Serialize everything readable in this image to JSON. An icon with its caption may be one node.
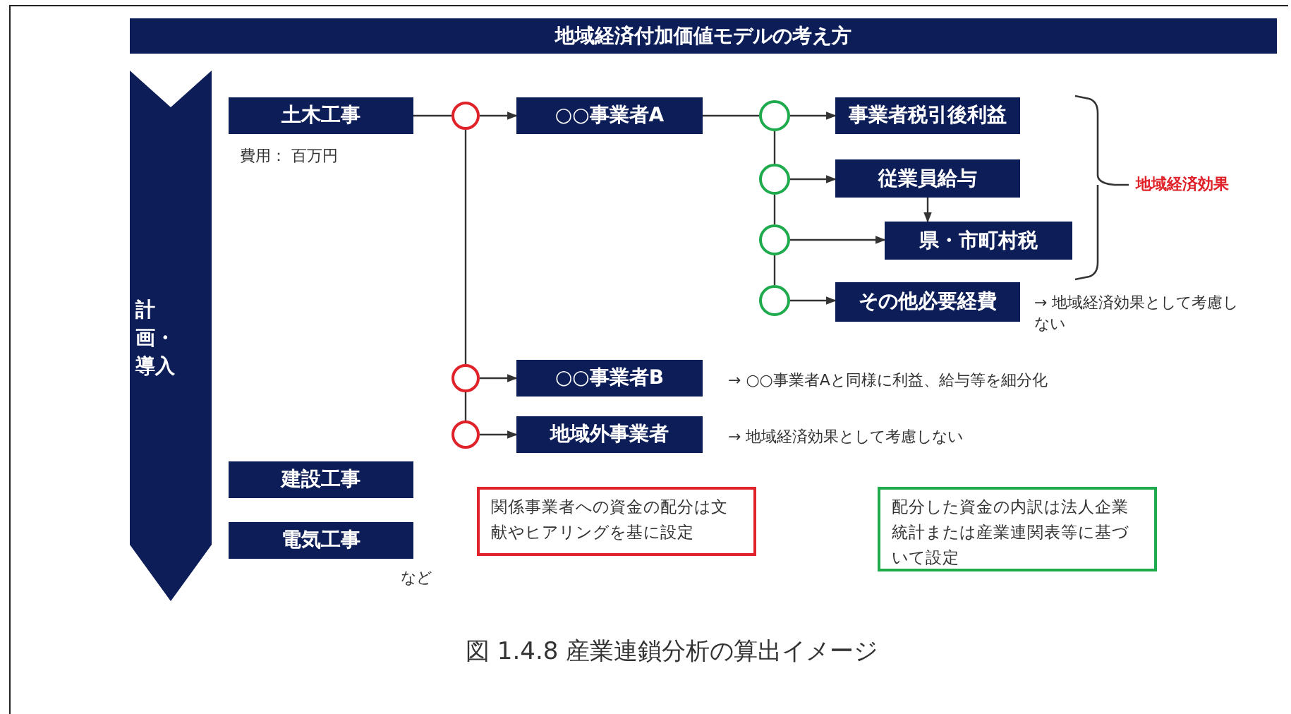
{
  "diagram": {
    "title": "地域経済付加価値モデルの考え方",
    "caption": "図 1.4.8 産業連鎖分析の算出イメージ",
    "nodes": [
      {
        "text": [
          "計画・導入"
        ]
      },
      {
        "text": [
          "土木工事"
        ],
        "beside": [
          "費用： 百万円"
        ]
      },
      {
        "text": [],
        "shape": "circle"
      },
      {
        "text": [],
        "shape": "circle"
      },
      {
        "text": [],
        "shape": "circle"
      },
      {
        "text": [
          "○○事業者A"
        ]
      },
      {
        "text": [
          "○○事業者B"
        ],
        "beside": [
          "→ ○○事業者Aと同様に利益、給与等を細分化"
        ]
      },
      {
        "text": [
          "地域外事業者"
        ],
        "beside": [
          "→ 地域経済効果として考慮しない"
        ]
      },
      {
        "text": [],
        "shape": "circle"
      },
      {
        "text": [],
        "shape": "circle"
      },
      {
        "text": [],
        "shape": "circle"
      },
      {
        "text": [],
        "shape": "circle"
      },
      {
        "text": [
          "事業者税引後利益"
        ]
      },
      {
        "text": [
          "従業員給与"
        ]
      },
      {
        "text": [
          "県・市町村税"
        ]
      },
      {
        "text": [
          "その他必要経費"
        ],
        "beside": [
          "→ 地域経済効果として考慮しない"
        ]
      },
      {
        "text": [
          "建設工事"
        ]
      },
      {
        "text": [
          "電気工事"
        ],
        "beside": [
          "など"
        ]
      },
      {
        "text": [
          "関係事業者への資金の配分は文献やヒアリングを基に設定"
        ]
      },
      {
        "text": [
          "配分した資金の内訳は法人企業統計または産業連関表等に基づいて設定"
        ]
      }
    ],
    "edges": [
      {
        "from": 1,
        "to": 2,
        "arrow": "none"
      },
      {
        "from": 2,
        "to": 5,
        "arrow": "to"
      },
      {
        "from": 2,
        "to": 3,
        "arrow": "none"
      },
      {
        "from": 3,
        "to": 6,
        "arrow": "to"
      },
      {
        "from": 3,
        "to": 4,
        "arrow": "none"
      },
      {
        "from": 4,
        "to": 7,
        "arrow": "to"
      },
      {
        "from": 5,
        "to": 8,
        "arrow": "none"
      },
      {
        "from": 8,
        "to": 12,
        "arrow": "to"
      },
      {
        "from": 8,
        "to": 9,
        "arrow": "none"
      },
      {
        "from": 9,
        "to": 13,
        "arrow": "to"
      },
      {
        "from": 9,
        "to": 10,
        "arrow": "none"
      },
      {
        "from": 10,
        "to": 14,
        "arrow": "to"
      },
      {
        "from": 10,
        "to": 11,
        "arrow": "none"
      },
      {
        "from": 11,
        "to": 15,
        "arrow": "to"
      },
      {
        "from": 13,
        "to": 14,
        "arrow": "to"
      }
    ],
    "labels": [
      "地域経済効果"
    ]
  }
}
